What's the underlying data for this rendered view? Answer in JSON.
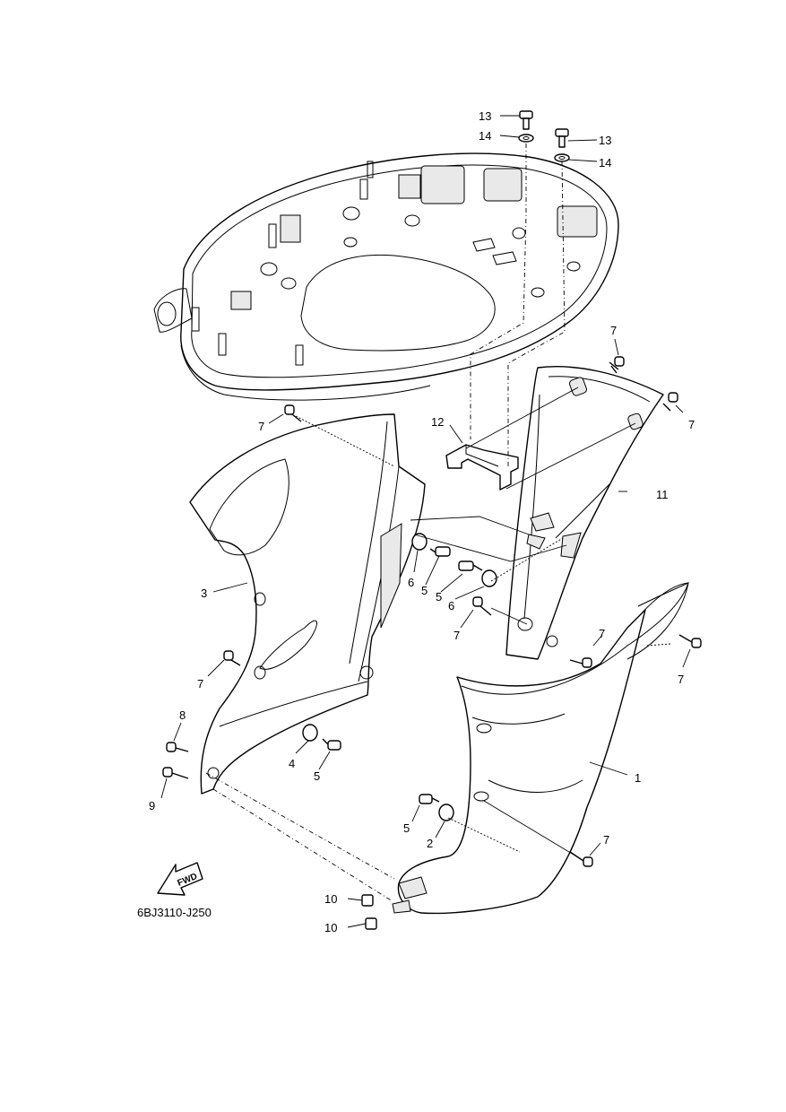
{
  "diagram": {
    "code": "6BJ3110-J250",
    "fwd_label": "FWD",
    "callouts": [
      "1",
      "2",
      "3",
      "4",
      "5",
      "5",
      "5",
      "5",
      "6",
      "6",
      "7",
      "7",
      "7",
      "7",
      "7",
      "7",
      "7",
      "7",
      "8",
      "9",
      "10",
      "10",
      "11",
      "12",
      "13",
      "13",
      "14",
      "14"
    ]
  }
}
